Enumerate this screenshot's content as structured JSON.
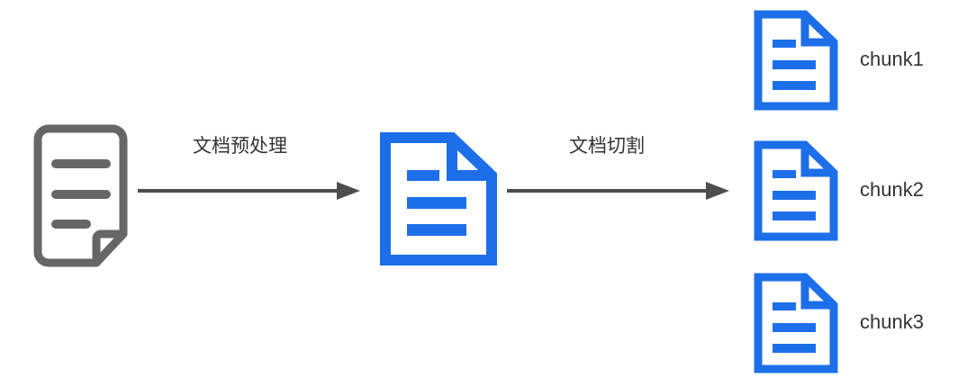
{
  "diagram": {
    "title": "document preprocessing and chunking pipeline",
    "colors": {
      "source_stroke": "#666666",
      "document_blue": "#1C6FE8",
      "arrow": "#4d4d4d",
      "text": "#333333",
      "background": "#ffffff"
    },
    "nodes": {
      "source_document": {
        "icon": "document-folded-corner-icon",
        "color": "#666666"
      },
      "processed_document": {
        "icon": "document-icon",
        "color": "#1C6FE8"
      }
    },
    "edges": [
      {
        "label": "文档预处理",
        "icon": "arrow-right-icon",
        "from": "source_document",
        "to": "processed_document"
      },
      {
        "label": "文档切割",
        "icon": "arrow-right-icon",
        "from": "processed_document",
        "to": "chunks"
      }
    ],
    "chunks": [
      {
        "label": "chunk1",
        "icon": "document-icon",
        "color": "#1C6FE8"
      },
      {
        "label": "chunk2",
        "icon": "document-icon",
        "color": "#1C6FE8"
      },
      {
        "label": "chunk3",
        "icon": "document-icon",
        "color": "#1C6FE8"
      }
    ]
  }
}
